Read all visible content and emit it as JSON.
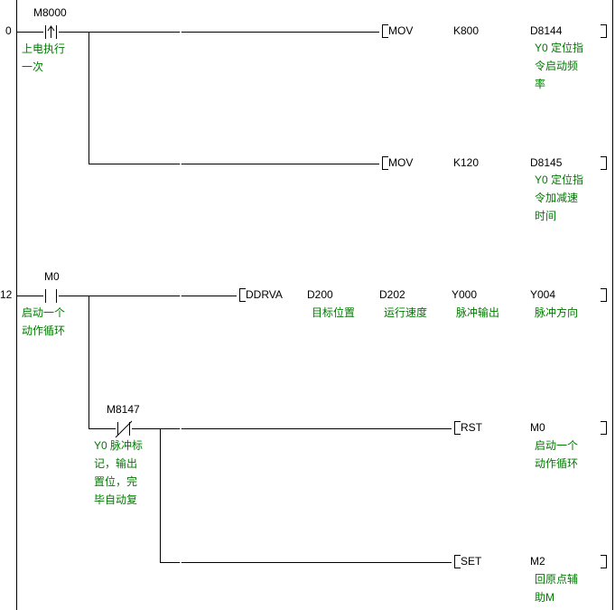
{
  "rung1": {
    "step": "0",
    "contact": "M8000",
    "contact_comment": "上电执行\n一次",
    "mov1": {
      "instr": "MOV",
      "src": "K800",
      "dst": "D8144",
      "dst_comment": "Y0 定位指\n令启动频\n率"
    },
    "mov2": {
      "instr": "MOV",
      "src": "K120",
      "dst": "D8145",
      "dst_comment": "Y0 定位指\n令加减速\n时间"
    }
  },
  "rung2": {
    "step": "12",
    "contact": "M0",
    "contact_comment": "启动一个\n动作循环",
    "ddrva": {
      "instr": "DDRVA",
      "op1": "D200",
      "op1_comment": "目标位置",
      "op2": "D202",
      "op2_comment": "运行速度",
      "op3": "Y000",
      "op3_comment": "脉冲输出",
      "op4": "Y004",
      "op4_comment": "脉冲方向"
    },
    "contact2": "M8147",
    "contact2_comment": "Y0 脉冲标\n记，输出\n置位，完\n毕自动复",
    "rst": {
      "instr": "RST",
      "dst": "M0",
      "dst_comment": "启动一个\n动作循环"
    },
    "set": {
      "instr": "SET",
      "dst": "M2",
      "dst_comment": "回原点辅\n助M"
    }
  }
}
